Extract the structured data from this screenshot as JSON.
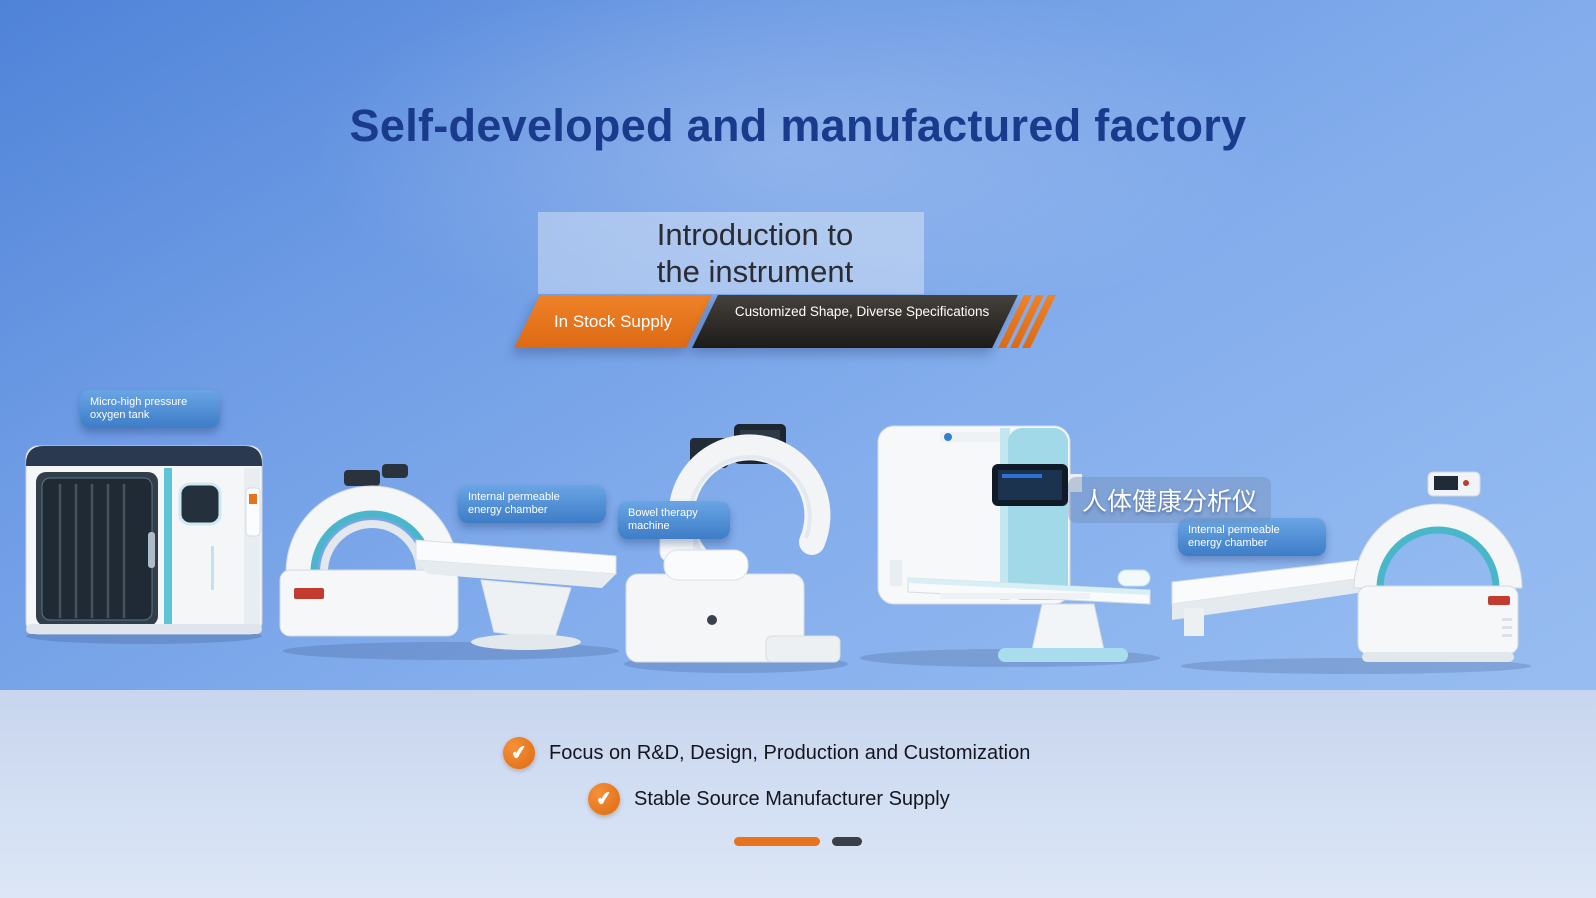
{
  "header": {
    "title": "Self-developed and manufactured factory",
    "subtitle": "Introduction to\nthe instrument"
  },
  "banner": {
    "left_label": "In Stock Supply",
    "right_label": "Customized Shape, Diverse Specifications"
  },
  "products": [
    {
      "id": "oxygen-tank",
      "label": "Micro-high pressure oxygen tank"
    },
    {
      "id": "energy-chamber-left",
      "label": "Internal permeable energy chamber"
    },
    {
      "id": "bowel-therapy",
      "label": "Bowel therapy machine"
    },
    {
      "id": "health-analyzer",
      "label": "人体健康分析仪"
    },
    {
      "id": "energy-chamber-right",
      "label": "Internal permeable energy chamber"
    }
  ],
  "features": [
    {
      "icon": "check-icon",
      "text": "Focus on R&D, Design, Production and Customization"
    },
    {
      "icon": "check-icon",
      "text": "Stable Source Manufacturer Supply"
    }
  ],
  "icons": {
    "check": "✔"
  },
  "carousel": {
    "active_index": 0,
    "count": 2
  },
  "colors": {
    "accent_orange": "#e8731f",
    "title_navy": "#1a3a8c",
    "pill_blue": "#4787cf",
    "banner_dark": "#2b2926",
    "teal": "#49b7c9"
  }
}
